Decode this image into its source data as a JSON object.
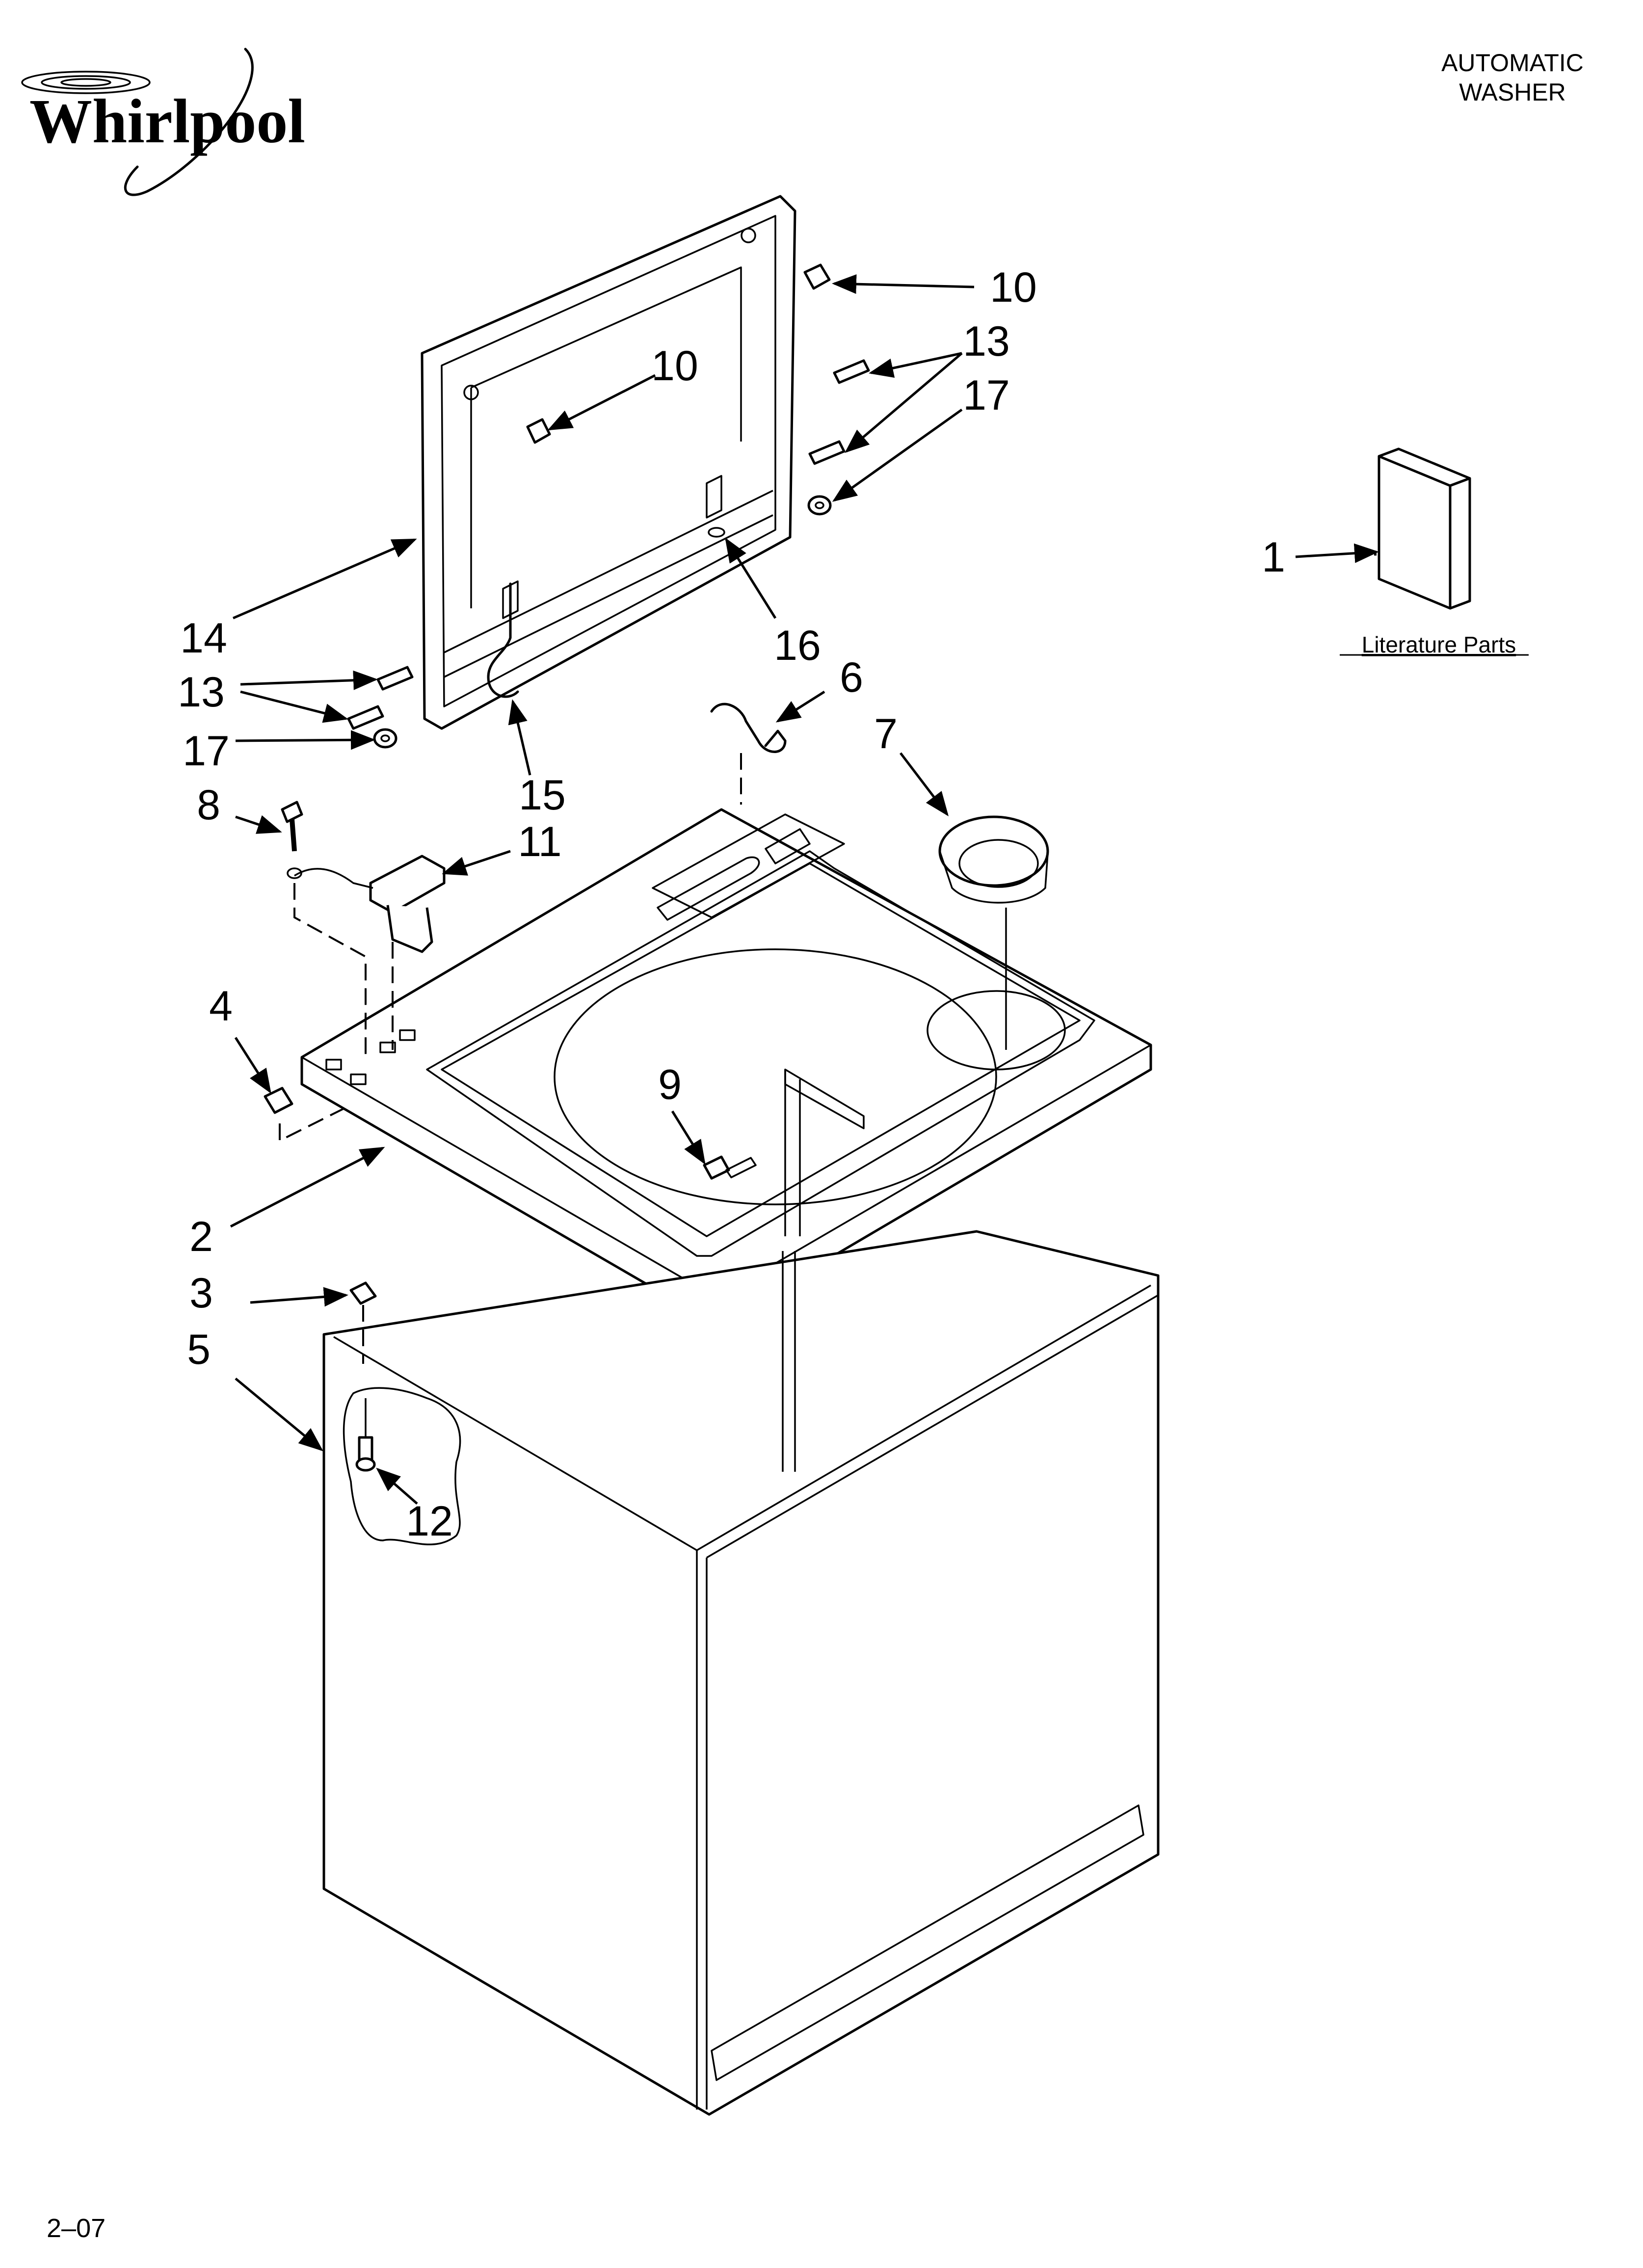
{
  "header": {
    "brand": "Whirlpool",
    "title_line1": "AUTOMATIC",
    "title_line2": "WASHER"
  },
  "literature_label": "Literature Parts",
  "footer": "2–07",
  "callouts": {
    "c1": "1",
    "c2": "2",
    "c3": "3",
    "c4": "4",
    "c5": "5",
    "c6": "6",
    "c7": "7",
    "c8": "8",
    "c9": "9",
    "c10a": "10",
    "c10b": "10",
    "c11": "11",
    "c12": "12",
    "c13a": "13",
    "c13b": "13",
    "c14": "14",
    "c15": "15",
    "c16": "16",
    "c17a": "17",
    "c17b": "17"
  }
}
